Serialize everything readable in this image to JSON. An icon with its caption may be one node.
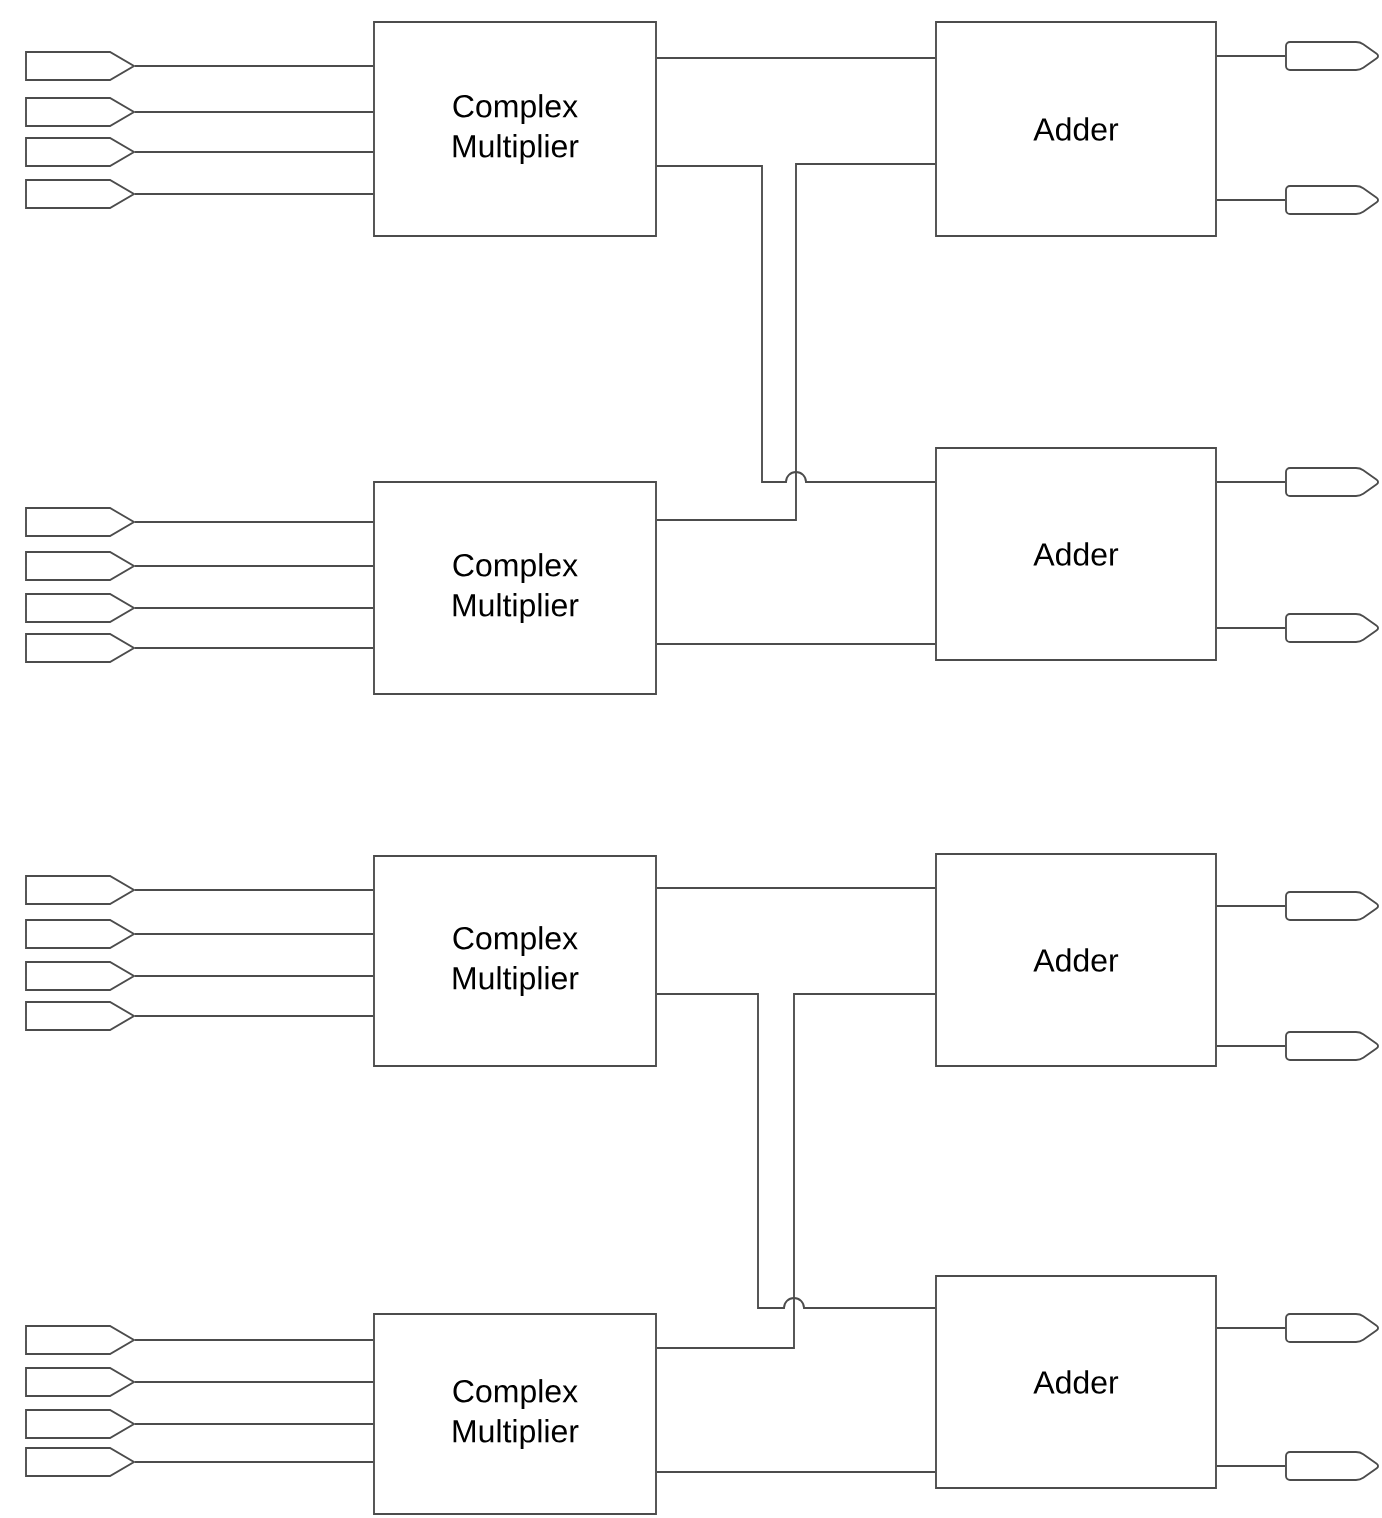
{
  "diagram": {
    "nodes": [
      {
        "text": [
          "Complex Multiplier"
        ]
      },
      {
        "text": [
          "Adder"
        ]
      },
      {
        "text": [
          "Complex Multiplier"
        ]
      },
      {
        "text": [
          "Adder"
        ]
      },
      {
        "text": [
          "Complex Multiplier"
        ]
      },
      {
        "text": [
          "Adder"
        ]
      },
      {
        "text": [
          "Complex Multiplier"
        ]
      },
      {
        "text": [
          "Adder"
        ]
      },
      {
        "text": [],
        "shape": "pentagon"
      },
      {
        "text": [],
        "shape": "pentagon"
      },
      {
        "text": [],
        "shape": "pentagon"
      },
      {
        "text": [],
        "shape": "pentagon"
      },
      {
        "text": [],
        "shape": "pentagon"
      },
      {
        "text": [],
        "shape": "pentagon"
      },
      {
        "text": [],
        "shape": "pentagon"
      },
      {
        "text": [],
        "shape": "pentagon"
      },
      {
        "text": [],
        "shape": "pentagon"
      },
      {
        "text": [],
        "shape": "pentagon"
      },
      {
        "text": [],
        "shape": "pentagon"
      },
      {
        "text": [],
        "shape": "pentagon"
      },
      {
        "text": [],
        "shape": "pentagon"
      },
      {
        "text": [],
        "shape": "pentagon"
      },
      {
        "text": [],
        "shape": "pentagon"
      },
      {
        "text": [],
        "shape": "pentagon"
      },
      {
        "text": [],
        "shape": "pentagon"
      },
      {
        "text": [],
        "shape": "pentagon"
      },
      {
        "text": [],
        "shape": "pentagon"
      },
      {
        "text": [],
        "shape": "pentagon"
      },
      {
        "text": [],
        "shape": "pentagon"
      },
      {
        "text": [],
        "shape": "pentagon"
      },
      {
        "text": [],
        "shape": "pentagon"
      },
      {
        "text": [],
        "shape": "pentagon"
      }
    ],
    "edges": [
      {
        "from": 8,
        "to": 0,
        "arrow": "none"
      },
      {
        "from": 9,
        "to": 0,
        "arrow": "none"
      },
      {
        "from": 10,
        "to": 0,
        "arrow": "none"
      },
      {
        "from": 11,
        "to": 0,
        "arrow": "none"
      },
      {
        "from": 12,
        "to": 2,
        "arrow": "none"
      },
      {
        "from": 13,
        "to": 2,
        "arrow": "none"
      },
      {
        "from": 14,
        "to": 2,
        "arrow": "none"
      },
      {
        "from": 15,
        "to": 2,
        "arrow": "none"
      },
      {
        "from": 0,
        "to": 1,
        "arrow": "none"
      },
      {
        "from": 0,
        "to": 3,
        "arrow": "none"
      },
      {
        "from": 2,
        "to": 1,
        "arrow": "none"
      },
      {
        "from": 2,
        "to": 3,
        "arrow": "none"
      },
      {
        "from": 1,
        "to": 24,
        "arrow": "none"
      },
      {
        "from": 1,
        "to": 25,
        "arrow": "none"
      },
      {
        "from": 3,
        "to": 26,
        "arrow": "none"
      },
      {
        "from": 3,
        "to": 27,
        "arrow": "none"
      },
      {
        "from": 16,
        "to": 4,
        "arrow": "none"
      },
      {
        "from": 17,
        "to": 4,
        "arrow": "none"
      },
      {
        "from": 18,
        "to": 4,
        "arrow": "none"
      },
      {
        "from": 19,
        "to": 4,
        "arrow": "none"
      },
      {
        "from": 20,
        "to": 6,
        "arrow": "none"
      },
      {
        "from": 21,
        "to": 6,
        "arrow": "none"
      },
      {
        "from": 22,
        "to": 6,
        "arrow": "none"
      },
      {
        "from": 23,
        "to": 6,
        "arrow": "none"
      },
      {
        "from": 4,
        "to": 5,
        "arrow": "none"
      },
      {
        "from": 4,
        "to": 7,
        "arrow": "none"
      },
      {
        "from": 6,
        "to": 5,
        "arrow": "none"
      },
      {
        "from": 6,
        "to": 7,
        "arrow": "none"
      },
      {
        "from": 5,
        "to": 28,
        "arrow": "none"
      },
      {
        "from": 5,
        "to": 29,
        "arrow": "none"
      },
      {
        "from": 7,
        "to": 30,
        "arrow": "none"
      },
      {
        "from": 7,
        "to": 31,
        "arrow": "none"
      }
    ]
  }
}
